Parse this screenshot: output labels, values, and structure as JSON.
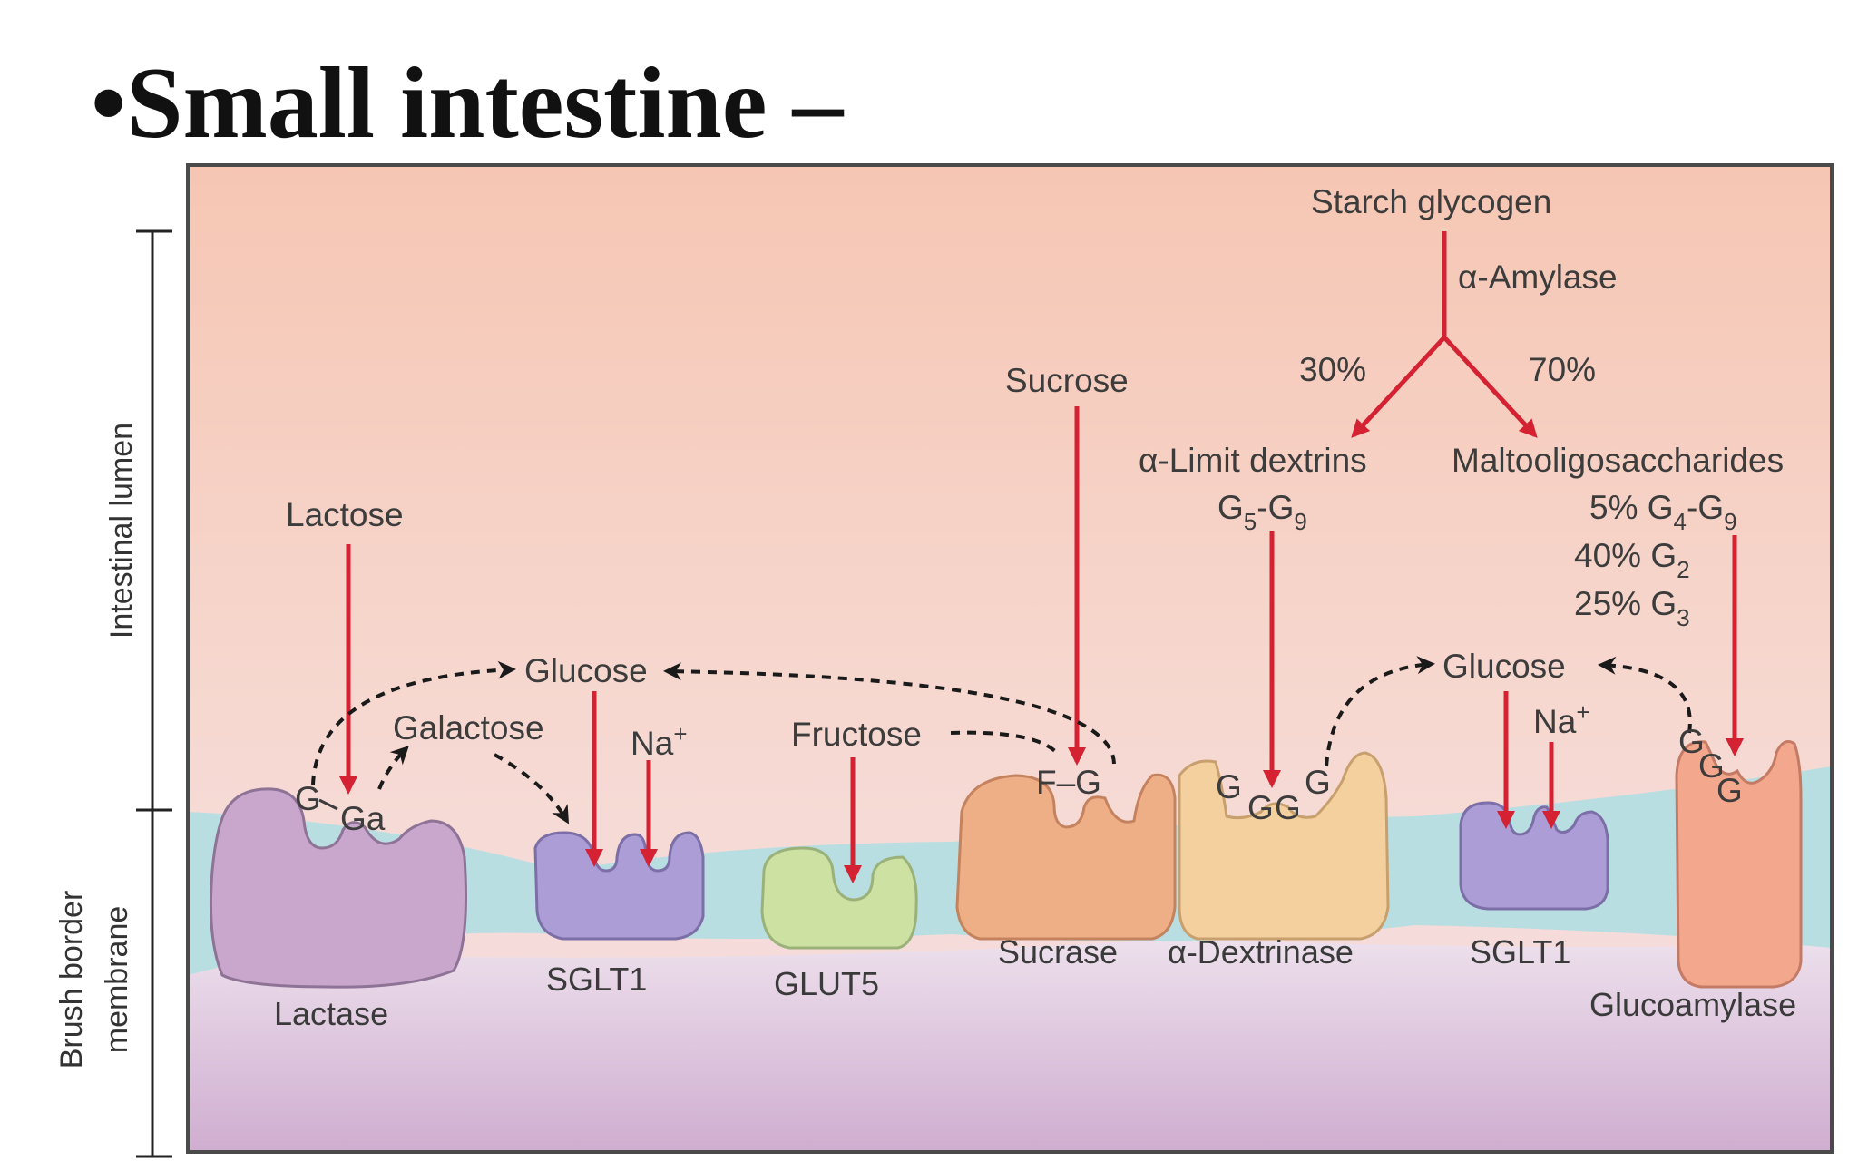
{
  "slide": {
    "title": "•Small intestine –"
  },
  "axis": {
    "lumen": "Intestinal lumen",
    "membrane_line1": "Brush border",
    "membrane_line2": "membrane"
  },
  "substrates": {
    "starch": "Starch glycogen",
    "amylase": "α-Amylase",
    "pct30": "30%",
    "pct70": "70%",
    "limit_dextrins": "α-Limit dextrins",
    "g5g9_base1": "G",
    "g5g9_sub1": "5",
    "g5g9_mid": "-G",
    "g5g9_sub2": "9",
    "malto": "Maltooligosaccharides",
    "malto1_pre": "5% G",
    "malto1_sub1": "4",
    "malto1_mid": "-G",
    "malto1_sub2": "9",
    "malto2_pre": "40% G",
    "malto2_sub": "2",
    "malto3_pre": "25% G",
    "malto3_sub": "3",
    "sucrose": "Sucrose",
    "lactose": "Lactose"
  },
  "products": {
    "glucose_left": "Glucose",
    "glucose_right": "Glucose",
    "galactose": "Galactose",
    "fructose": "Fructose",
    "na_left": "Na",
    "na_right": "Na",
    "plus": "+"
  },
  "bound": {
    "lactose_g": "G",
    "lactose_ga": "Ga",
    "sucrose_fg": "F–G",
    "dextrin_g": "G",
    "gluco_g": "G"
  },
  "enzymes": {
    "lactase": "Lactase",
    "sglt1_left": "SGLT1",
    "glut5": "GLUT5",
    "sucrase": "Sucrase",
    "dextrinase": "α-Dextrinase",
    "sglt1_right": "SGLT1",
    "glucoamylase": "Glucoamylase"
  },
  "colors": {
    "arrow_red": "#d42233",
    "lumen_top": "#f7c9b8",
    "membrane": "#b8dde0",
    "cytoplasm": "#d8b8d6",
    "lactase": "#c8a6cc",
    "sglt1": "#ab9dd6",
    "glut5": "#cbe0a0",
    "sucrase": "#eeae86",
    "dextrinase": "#f4cf9e",
    "glucoamylase": "#f2a68c"
  }
}
